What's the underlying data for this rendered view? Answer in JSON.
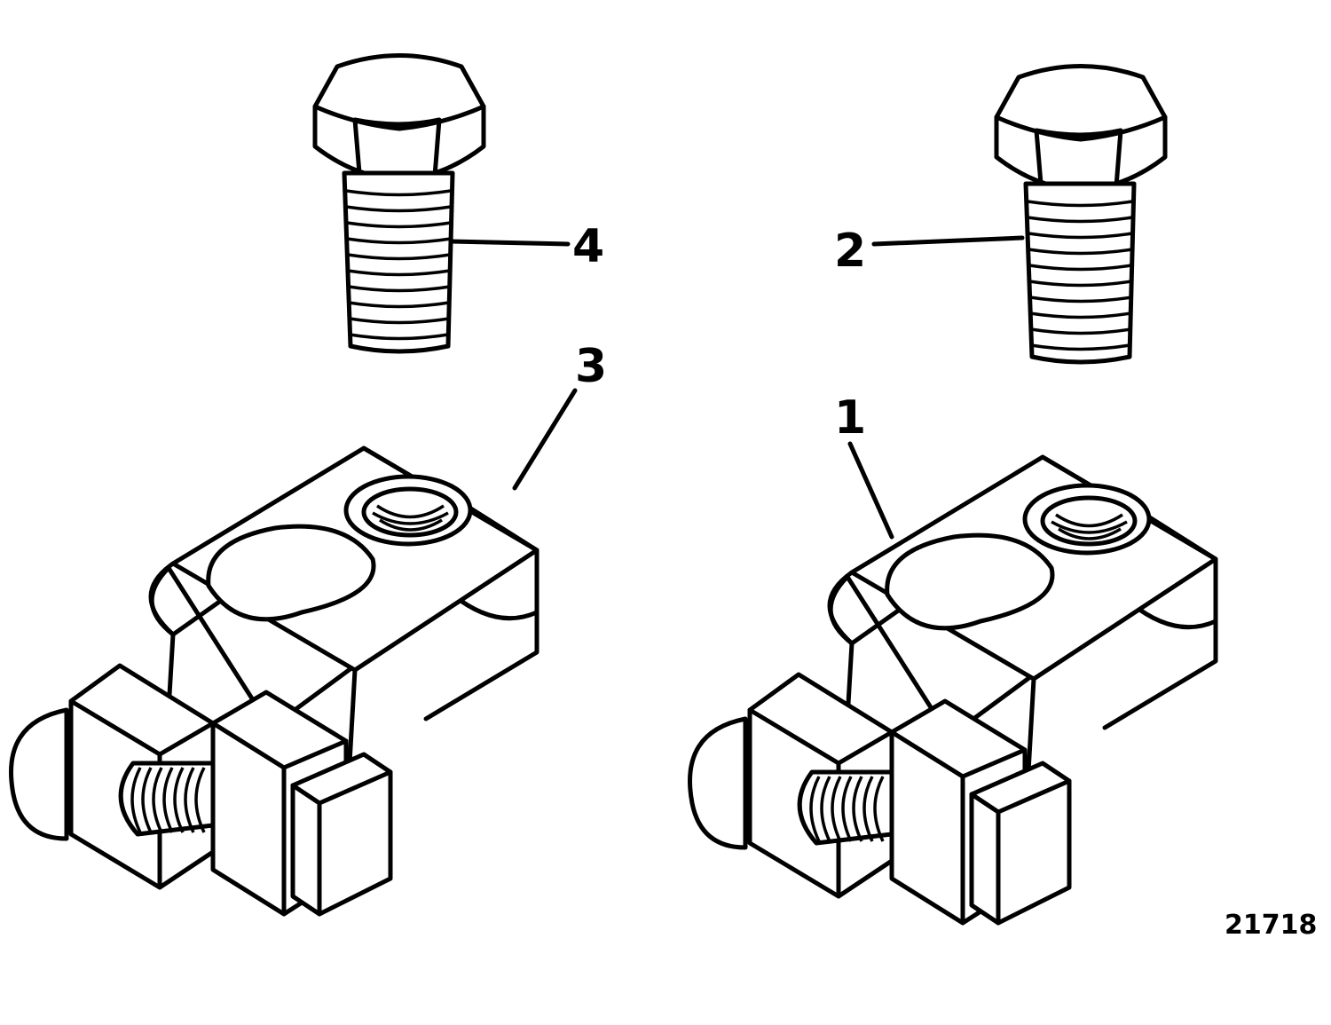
{
  "callouts": {
    "part1": "1",
    "part2": "2",
    "part3": "3",
    "part4": "4"
  },
  "figure_number": "21718"
}
